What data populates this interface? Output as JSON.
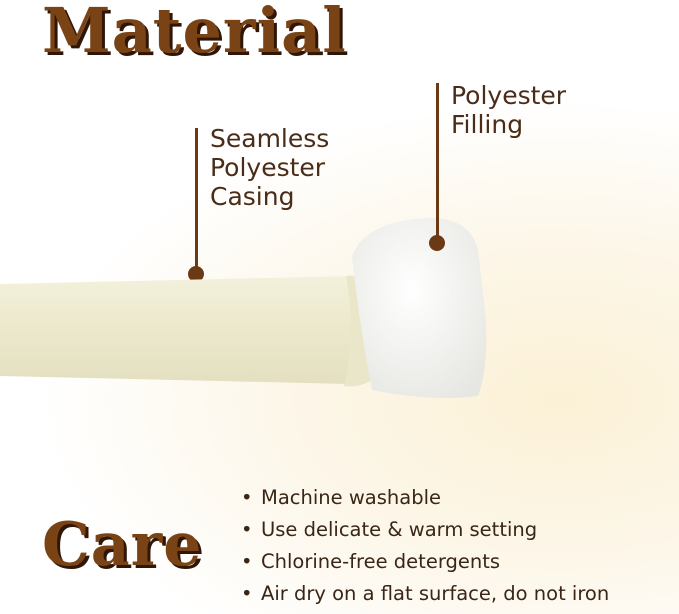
{
  "headings": {
    "material": "Material",
    "care": "Care"
  },
  "callouts": {
    "casing": {
      "line1": "Seamless",
      "line2": "Polyester",
      "line3": "Casing"
    },
    "filling": {
      "line1": "Polyester",
      "line2": "Filling"
    }
  },
  "care_list": {
    "bullet": "•",
    "items": [
      "Machine washable",
      "Use delicate & warm setting",
      "Chlorine-free detergents",
      "Air dry on a flat surface, do not iron"
    ]
  },
  "colors": {
    "heading": "#7a4316",
    "heading_shadow": "#2f1606",
    "callout_line": "#6b3a14",
    "casing": "#eeebd2",
    "filling": "#f7f7f5"
  }
}
